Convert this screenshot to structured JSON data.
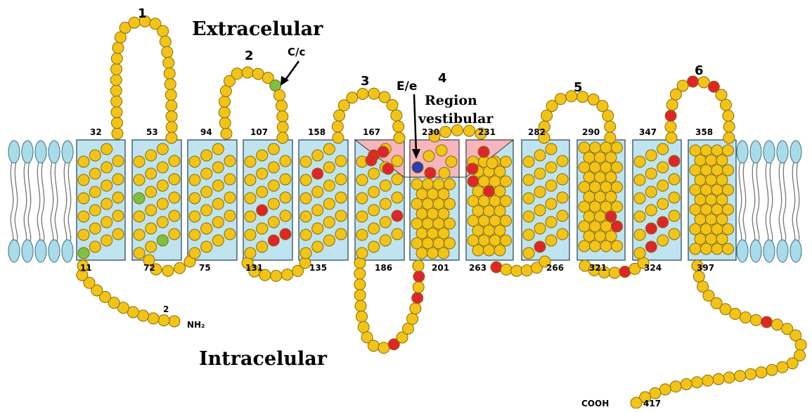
{
  "labels": {
    "extracellular": "Extracelular",
    "intracellular": "Intracelular",
    "vestibular_line1": "Region",
    "vestibular_line2": "vestibular",
    "cc": "C/c",
    "ee": "E/e",
    "nh2": "NH₂",
    "cooh": "COOH"
  },
  "loop_numbers": [
    "1",
    "2",
    "3",
    "4",
    "5",
    "6"
  ],
  "residue_numbers": {
    "top": [
      "32",
      "53",
      "94",
      "107",
      "158",
      "167",
      "230",
      "231",
      "282",
      "290",
      "347",
      "358"
    ],
    "bottom": [
      "11",
      "72",
      "75",
      "131",
      "135",
      "186",
      "201",
      "263",
      "266",
      "321",
      "324",
      "397"
    ],
    "nterm": "2",
    "cterm": "417"
  },
  "colors": {
    "residue": "#f2c418",
    "residue_stroke": "#8a6a00",
    "mutation_red": "#e0252a",
    "mutation_green": "#7cc142",
    "mutation_blue": "#2a3fb0",
    "helix_fill": "#bfe4ef",
    "lipid_head": "#a9dbe8",
    "vestibular_region": "#f5b6be"
  }
}
